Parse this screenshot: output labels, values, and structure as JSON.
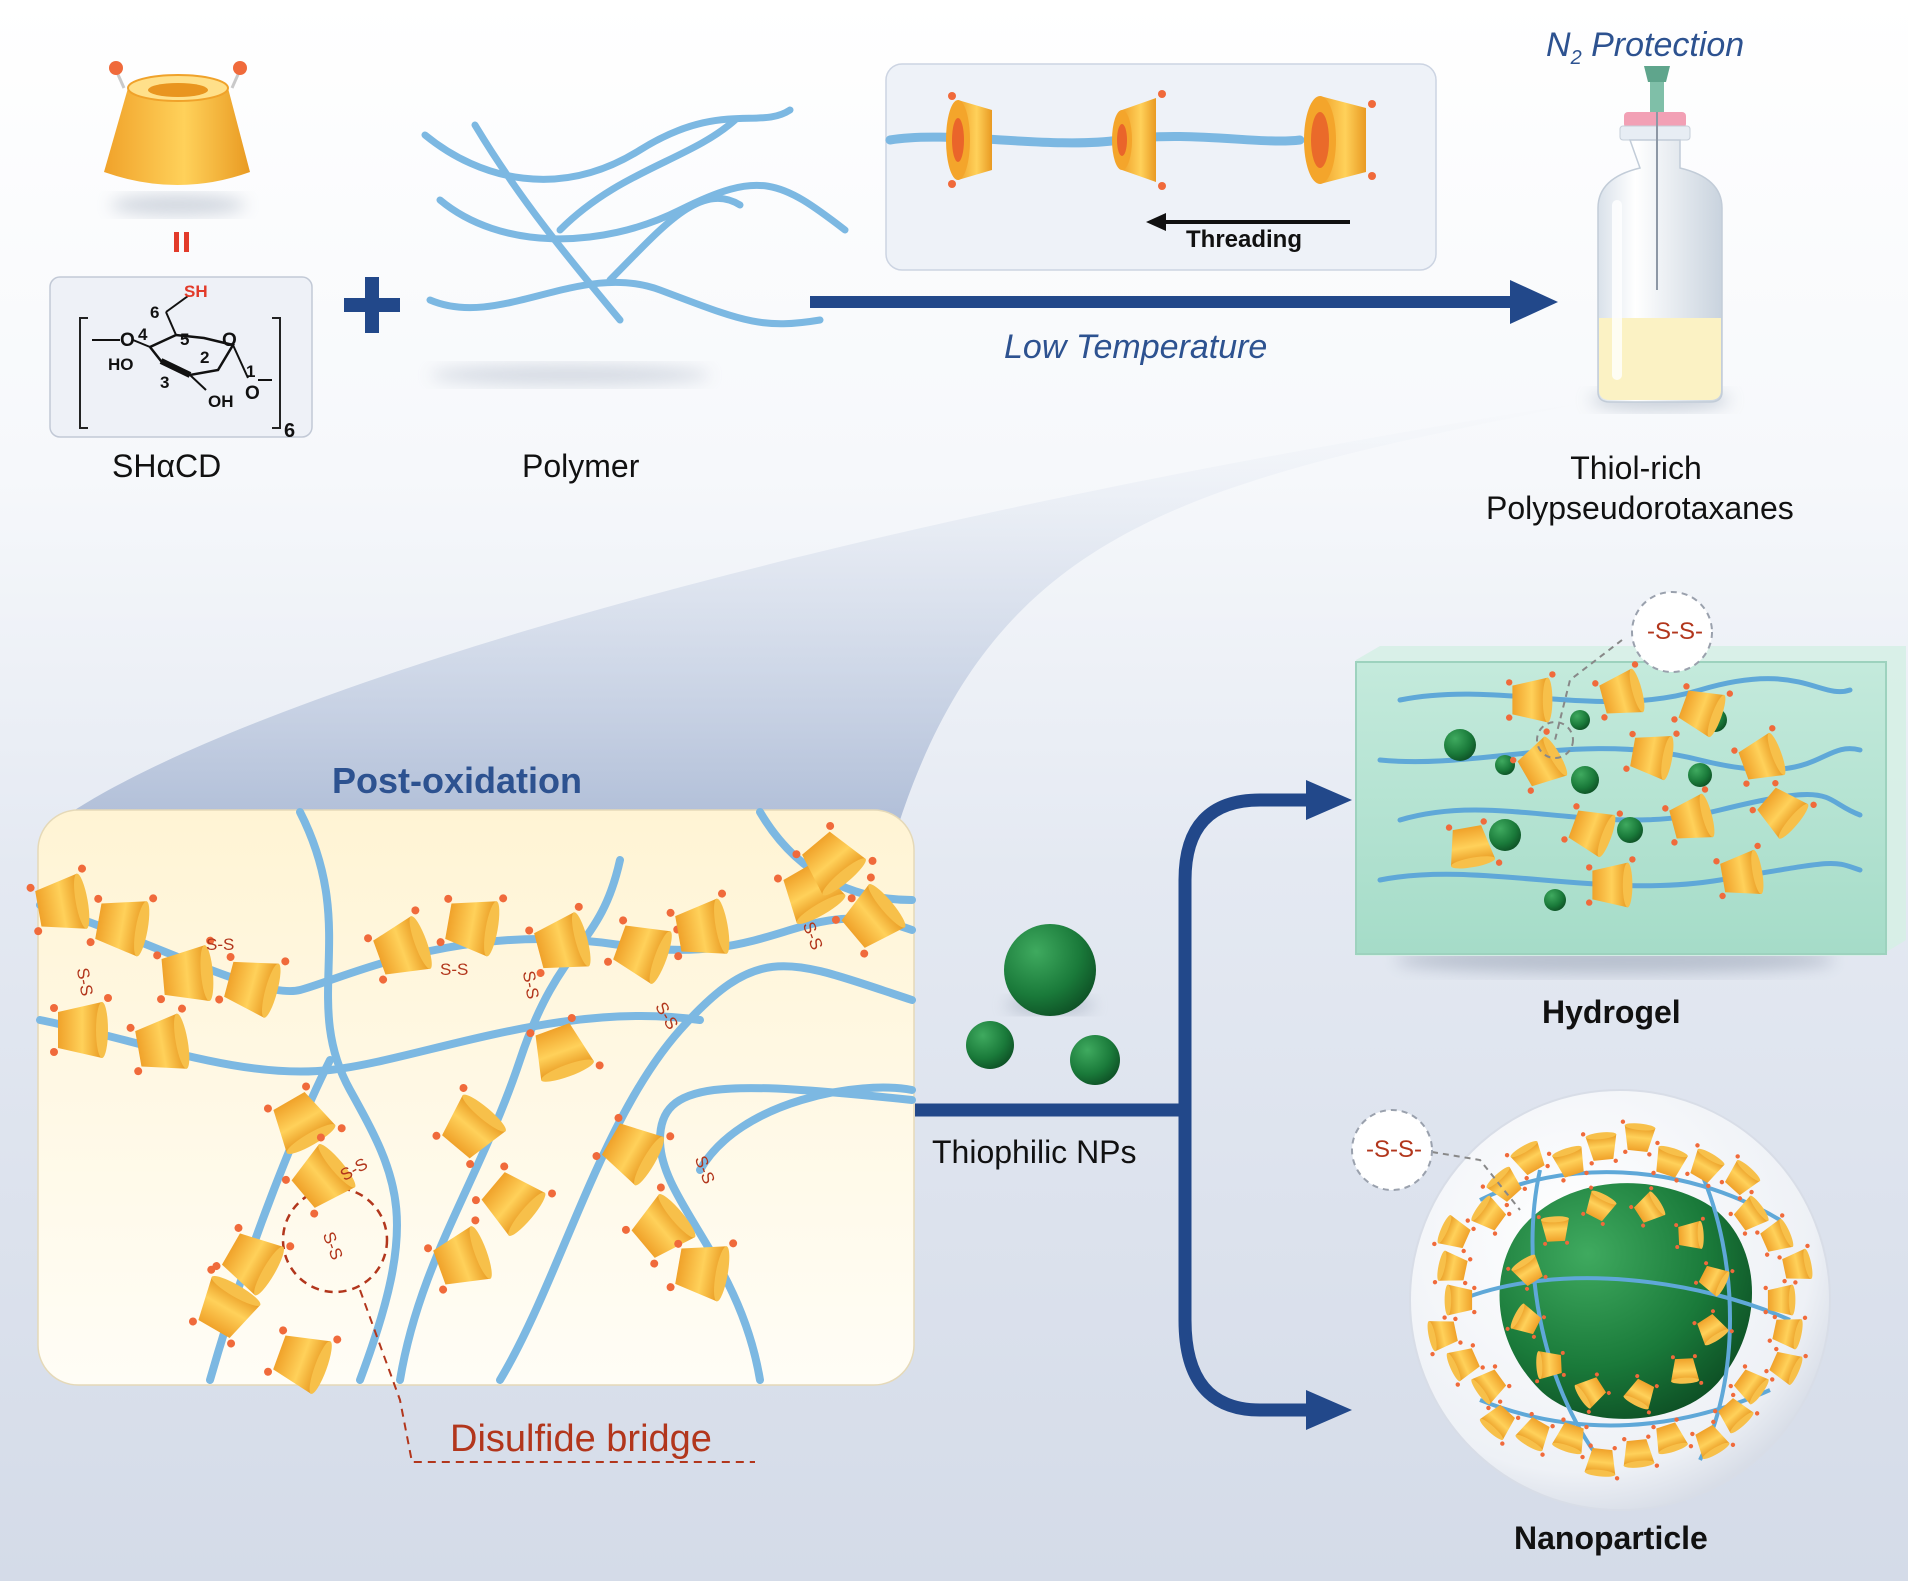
{
  "colors": {
    "arrow": "#22488a",
    "polymer": "#7cb8e2",
    "cyclodextrin": "#f6b53b",
    "disulfide": "#b2361c",
    "nanoparticle": "#1f7a3e"
  },
  "reactants": {
    "shacd_label": "SHαCD",
    "equals_symbol": "=",
    "plus_symbol": "+",
    "polymer_label": "Polymer",
    "chem": {
      "sh": "SH",
      "n6": "6",
      "n5": "5",
      "n4": "4",
      "n3": "3",
      "n2": "2",
      "n1": "1",
      "ring_o": "O",
      "o_left": "O",
      "o_right": "O",
      "ho": "HO",
      "oh": "OH",
      "subscript": "6"
    }
  },
  "step1": {
    "threading_label": "Threading",
    "condition": "Low Temperature",
    "n2_main": "N",
    "n2_sub": "2",
    "n2_rest": " Protection",
    "product_line1": "Thiol-rich",
    "product_line2": "Polypseudorotaxanes"
  },
  "step2": {
    "title": "Post-oxidation",
    "ss_label": "S-S",
    "callout": "Disulfide bridge"
  },
  "step3": {
    "np_label": "Thiophilic NPs",
    "ss_tag": "-S-S-",
    "hydrogel": "Hydrogel",
    "nanoparticle": "Nanoparticle"
  }
}
